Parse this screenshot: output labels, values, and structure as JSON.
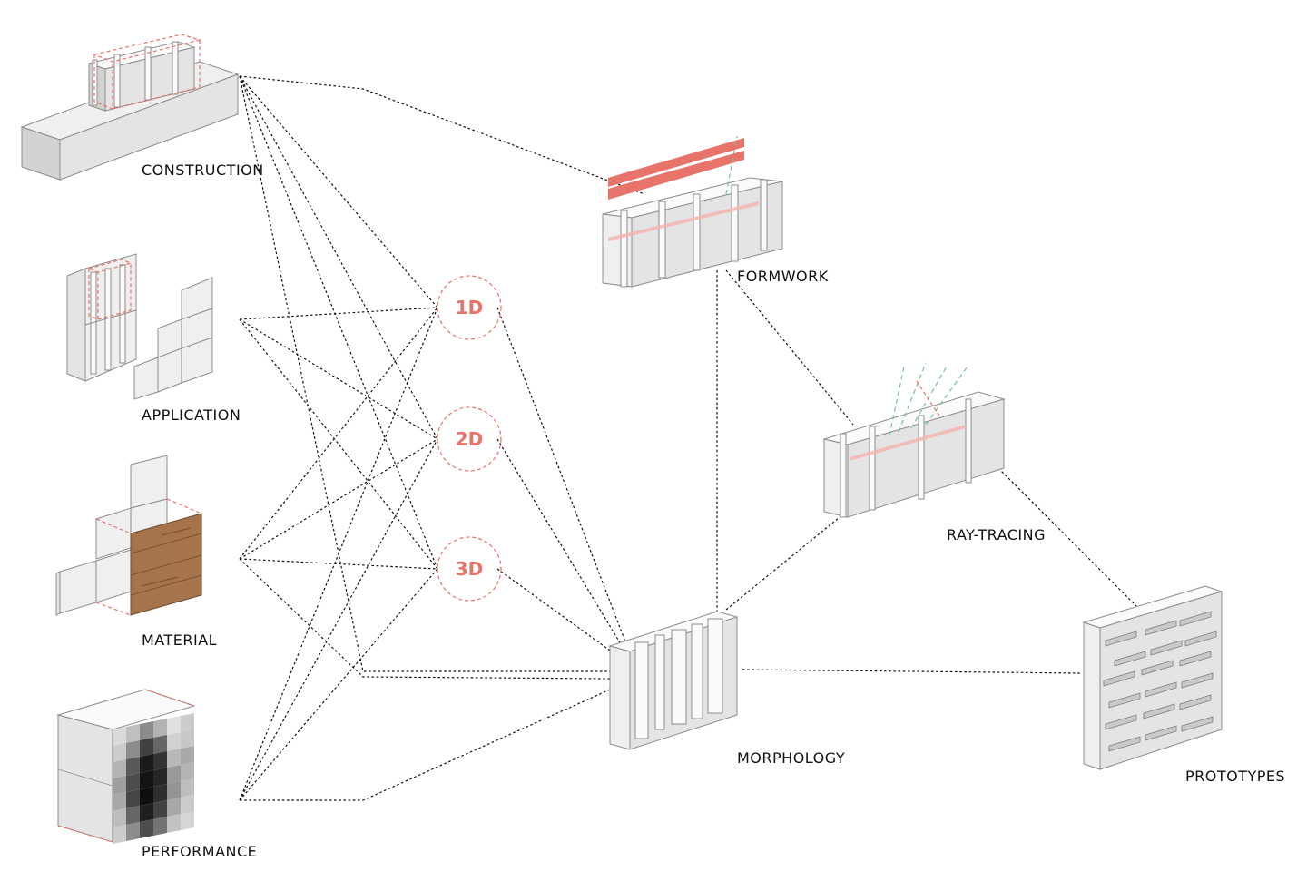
{
  "colors": {
    "accent_red": "#e8736b",
    "accent_red_light": "#f4b3ad",
    "accent_green": "#7bbf9a",
    "wood": "#a5744c",
    "line": "#111111"
  },
  "inputs": [
    {
      "id": "construction",
      "label": "CONSTRUCTION"
    },
    {
      "id": "application",
      "label": "APPLICATION"
    },
    {
      "id": "material",
      "label": "MATERIAL"
    },
    {
      "id": "performance",
      "label": "PERFORMANCE"
    }
  ],
  "dimensions": [
    {
      "id": "d1",
      "label": "1D"
    },
    {
      "id": "d2",
      "label": "2D"
    },
    {
      "id": "d3",
      "label": "3D"
    }
  ],
  "outputs": [
    {
      "id": "formwork",
      "label": "FORMWORK"
    },
    {
      "id": "morphology",
      "label": "MORPHOLOGY"
    },
    {
      "id": "raytracing",
      "label": "RAY-TRACING"
    },
    {
      "id": "prototypes",
      "label": "PROTOTYPES"
    }
  ],
  "connections": [
    [
      "construction",
      "formwork"
    ],
    [
      "construction",
      "d1"
    ],
    [
      "construction",
      "d2"
    ],
    [
      "construction",
      "d3"
    ],
    [
      "construction",
      "morphology"
    ],
    [
      "application",
      "d1"
    ],
    [
      "application",
      "d2"
    ],
    [
      "application",
      "d3"
    ],
    [
      "material",
      "d1"
    ],
    [
      "material",
      "d2"
    ],
    [
      "material",
      "d3"
    ],
    [
      "material",
      "morphology"
    ],
    [
      "performance",
      "d1"
    ],
    [
      "performance",
      "d2"
    ],
    [
      "performance",
      "d3"
    ],
    [
      "performance",
      "morphology"
    ],
    [
      "d1",
      "morphology"
    ],
    [
      "d2",
      "morphology"
    ],
    [
      "d3",
      "morphology"
    ],
    [
      "formwork",
      "morphology"
    ],
    [
      "formwork",
      "raytracing"
    ],
    [
      "morphology",
      "raytracing"
    ],
    [
      "morphology",
      "prototypes"
    ],
    [
      "raytracing",
      "prototypes"
    ]
  ]
}
